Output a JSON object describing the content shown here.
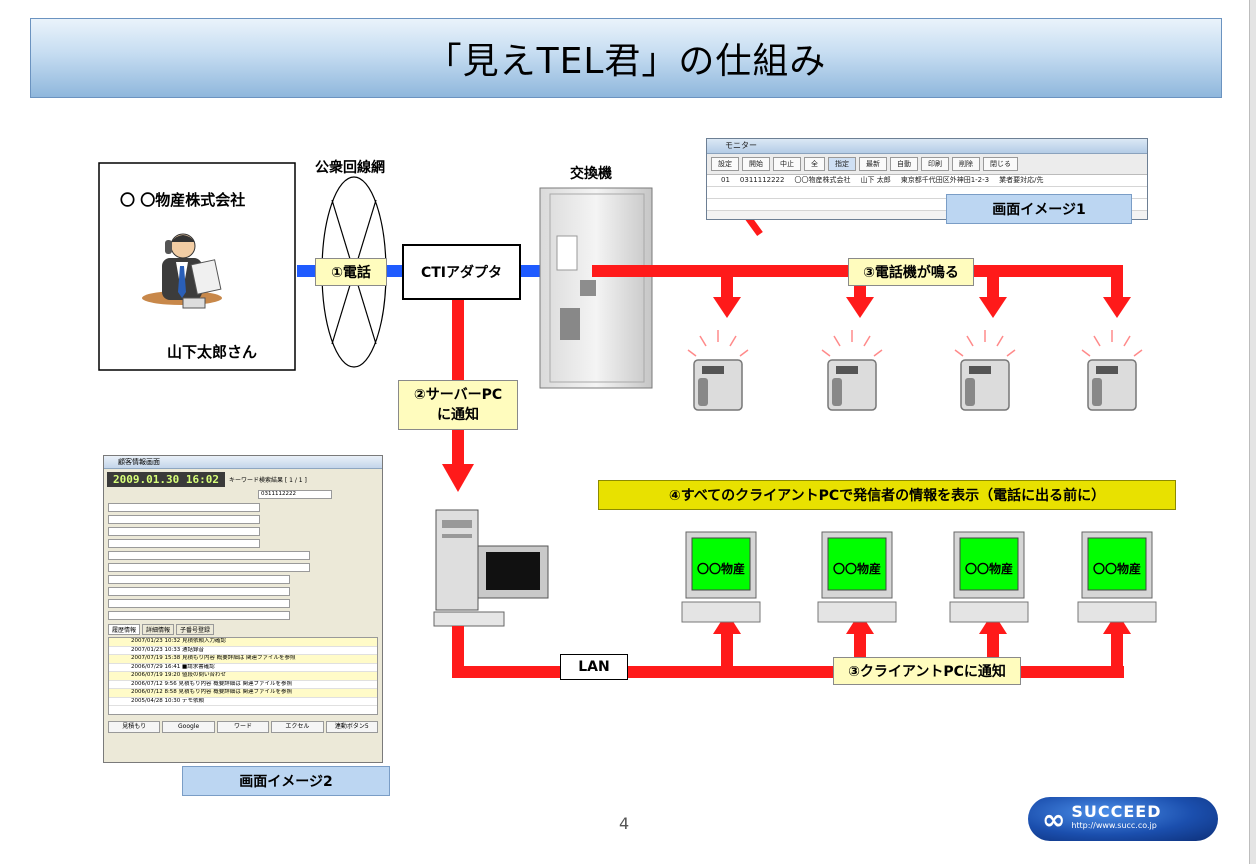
{
  "title": "「見えTEL君」の仕組み",
  "company_label": "〇 〇物産株式会社",
  "caller_name": "山下太郎さん",
  "public_network_label": "公衆回線網",
  "exchange_label": "交換機",
  "call_label": "①電話",
  "cti_adapter_label": "CTIアダプタ",
  "server_notify_label_1": "②サーバーPC",
  "server_notify_label_2": "に通知",
  "phones_ring_label": "③電話機が鳴る",
  "all_clients_label": "④すべてのクライアントPCで発信者の情報を表示（電話に出る前に）",
  "client_notify_label": "③クライアントPCに通知",
  "lan_label": "LAN",
  "monitor_screen_caption": "画面イメージ1",
  "customer_screen_caption": "画面イメージ2",
  "client_screen_text": "〇〇物産",
  "page_number": "4",
  "logo": {
    "name": "SUCCEED",
    "url": "http://www.succ.co.jp"
  },
  "monitor_window": {
    "title": "モニター",
    "buttons": [
      "設定",
      "開始",
      "中止",
      "全",
      "指定",
      "最新",
      "自動",
      "印刷",
      "削除",
      "閉じる"
    ],
    "row": {
      "no": "01",
      "phone": "0311112222",
      "company": "〇〇物産株式会社",
      "person": "山下 太郎",
      "address": "東京都千代田区外神田1-2-3",
      "note": "業者要対応/先"
    }
  },
  "customer_window": {
    "title": "顧客情報画面",
    "date": "2009.01.30 16:02",
    "search_result": "キーワード検索結果 [ 1 / 1 ]",
    "phone": "0311112222",
    "tabs": [
      "履歴情報",
      "詳細情報",
      "子番号登録"
    ],
    "history": [
      "2007/01/23 10:32 見積依頼入力確認",
      "2007/01/23 10:33 通話録音",
      "2007/07/19 15:38 見積もり内容 概要詳細は 関連ファイルを参照",
      "2006/07/29 16:41 ■請求書確認",
      "2006/07/19 19:20 値段の問い合わせ",
      "2006/07/12 9:56 見積もり内容 概要詳細は 関連ファイルを参照",
      "2006/07/12 8:58 見積もり内容 概要詳細は 関連ファイルを参照",
      "2005/04/28 10:30 デモ依頼"
    ],
    "footer_buttons": [
      "見積もり",
      "Google",
      "ワード",
      "エクセル",
      "連動ボタン5"
    ]
  },
  "colors": {
    "call_path": "#1f5bff",
    "notify_path": "#ff1a1a",
    "banner": "#e8e100",
    "screen": "#00ff00"
  }
}
